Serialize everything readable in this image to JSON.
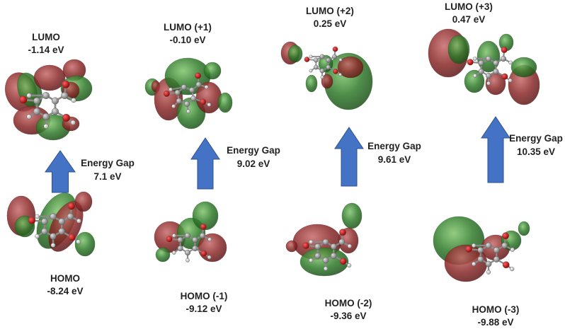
{
  "panels": [
    {
      "lumo": {
        "name": "LUMO",
        "energy": "-1.14 eV"
      },
      "homo": {
        "name": "HOMO",
        "energy": "-8.24 eV"
      },
      "gap": {
        "label": "Energy Gap",
        "value": "7.1 eV"
      }
    },
    {
      "lumo": {
        "name": "LUMO (+1)",
        "energy": "-0.10 eV"
      },
      "homo": {
        "name": "HOMO (-1)",
        "energy": "-9.12 eV"
      },
      "gap": {
        "label": "Energy Gap",
        "value": "9.02 eV"
      }
    },
    {
      "lumo": {
        "name": "LUMO (+2)",
        "energy": "0.25 eV"
      },
      "homo": {
        "name": "HOMO (-2)",
        "energy": "-9.36 eV"
      },
      "gap": {
        "label": "Energy Gap",
        "value": "9.61 eV"
      }
    },
    {
      "lumo": {
        "name": "LUMO (+3)",
        "energy": "0.47 eV"
      },
      "homo": {
        "name": "HOMO (-3)",
        "energy": "-9.88 eV"
      },
      "gap": {
        "label": "Energy Gap",
        "value": "10.35 eV"
      }
    }
  ],
  "colors": {
    "arrow": "#4472c4",
    "lobe_red": "#8b2a2a",
    "lobe_green": "#2f7a2a",
    "atom_carbon": "#9a9a9a",
    "atom_oxygen": "#d01010",
    "atom_hydrogen": "#e8e8e8"
  }
}
